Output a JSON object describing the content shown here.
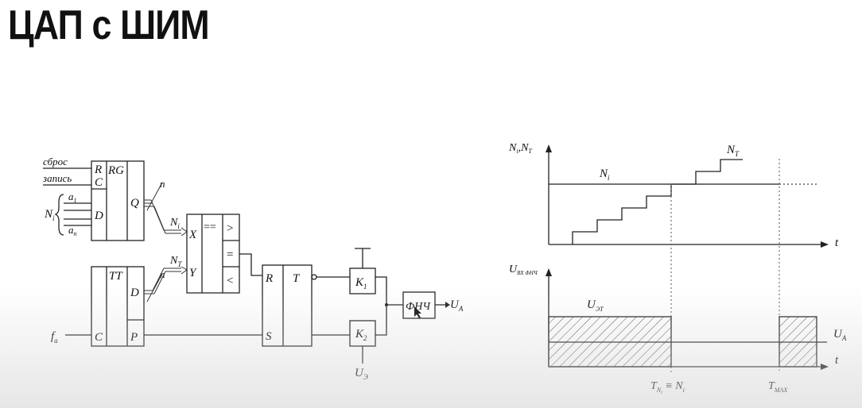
{
  "title": "ЦАП с ШИМ",
  "circuit": {
    "inputs": {
      "reset": "сброс",
      "write": "запись",
      "ni": "N",
      "ni_sub": "i",
      "a1": "a",
      "a1_sub": "1",
      "an": "a",
      "an_sub": "n",
      "fa": "f",
      "fa_sub": "a"
    },
    "rg": {
      "r": "R",
      "c": "C",
      "name": "RG",
      "d": "D",
      "q": "Q"
    },
    "tt": {
      "name": "TT",
      "d": "D",
      "c": "C",
      "p": "P"
    },
    "bus_n": "n",
    "comparator": {
      "x": "X",
      "y": "Y",
      "eq_top": "==",
      "gt": ">",
      "eq": "=",
      "lt": "<",
      "nt": "N",
      "nt_sub": "T"
    },
    "trigger": {
      "r": "R",
      "t": "T",
      "s": "S"
    },
    "k1": "K",
    "k1_sub": "1",
    "k2": "K",
    "k2_sub": "2",
    "ue": "U",
    "ue_sub": "Э",
    "filter": "ФНЧ",
    "ua": "U",
    "ua_sub": "A"
  },
  "graph_top": {
    "y_label": "N",
    "y_label_sub": "i",
    "y_label2": ",N",
    "y_label2_sub": "T",
    "x_label": "t",
    "ni_label": "N",
    "ni_label_sub": "i",
    "nt_label": "N",
    "nt_label_sub": "T"
  },
  "graph_bottom": {
    "y_label": "U",
    "y_label_sub": "ВХ ФНЧ",
    "x_label": "t",
    "uet_label": "U",
    "uet_label_sub": "ЭТ",
    "ua_label": "U",
    "ua_label_sub": "A",
    "tick1": "T",
    "tick1_sub": "N",
    "tick1_subsub": "i",
    "tick1_rest": " ≡ N",
    "tick1_rest_sub": "i",
    "tick2": "T",
    "tick2_sub": "MAX"
  }
}
